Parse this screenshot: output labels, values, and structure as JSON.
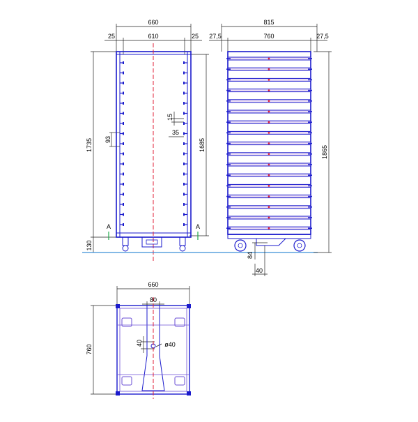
{
  "drawing": {
    "colors": {
      "outline": "#1a1acc",
      "detail": "#6b4fd6",
      "centerline": "#e0203a",
      "dimension": "#222222",
      "ground": "#3a8fd8",
      "marker": "#1faa4a",
      "shelf_fill": "#e9dcf5"
    },
    "front_view": {
      "dims": {
        "overall_width": "660",
        "inner_width": "610",
        "side_left": "25",
        "side_right": "25",
        "overall_height": "1735",
        "inner_height": "1685",
        "pitch": "93",
        "slot_height": "15",
        "slot_depth": "35",
        "ground_clearance": "130"
      },
      "marker_left": "A",
      "marker_right": "A",
      "rail_count": 17
    },
    "side_view": {
      "dims": {
        "overall_width": "815",
        "inner_width": "760",
        "end_left": "27,5",
        "end_right": "27,5",
        "overall_height": "1865",
        "handle_height": "84",
        "handle_width": "40"
      },
      "shelf_count": 17
    },
    "plan_view": {
      "dims": {
        "width": "660",
        "depth": "760",
        "bar_width": "80",
        "offset": "40",
        "hole": "ø40"
      }
    }
  }
}
